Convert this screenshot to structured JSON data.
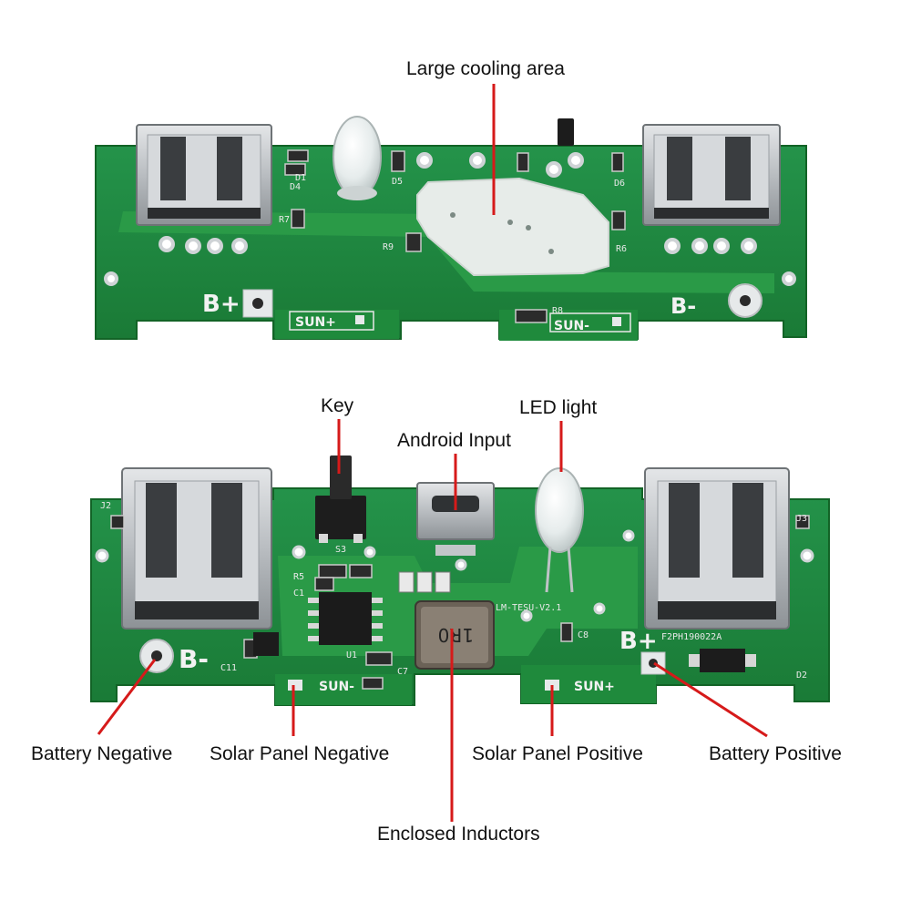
{
  "colors": {
    "pcb": "#1f8a3c",
    "pcb_dark": "#146a2c",
    "trace": "#2a9a47",
    "silk": "#f2f2f2",
    "pointer": "#d61a1a",
    "metal": "#c9cccf",
    "metal_dark": "#7d8286"
  },
  "callouts": {
    "cooling": "Large cooling area",
    "key": "Key",
    "led": "LED light",
    "android": "Android Input",
    "bat_neg": "Battery Negative",
    "sol_neg": "Solar Panel Negative",
    "sol_pos": "Solar Panel Positive",
    "bat_pos": "Battery Positive",
    "inductor": "Enclosed Inductors"
  },
  "top_board": {
    "b_plus": "B+",
    "b_minus": "B-",
    "sun_plus": "SUN+",
    "sun_minus": "SUN-",
    "d4": "D4",
    "d1": "D1",
    "r7": "R7",
    "r9": "R9",
    "r8": "R8",
    "r6": "R6",
    "d6": "D6",
    "d5": "D5"
  },
  "bottom_board": {
    "b_minus": "B-",
    "b_plus": "B+",
    "sun_minus": "SUN-",
    "sun_plus": "SUN+",
    "j2": "J2",
    "j3": "J3",
    "s3": "S3",
    "r5": "R5",
    "c1": "C1",
    "u1": "U1",
    "c7": "C7",
    "c11": "C11",
    "c8": "C8",
    "d2": "D2",
    "model": "LM-TESU-V2.1",
    "serial": "F2PH190022A",
    "inductor_mark": "1R0"
  }
}
